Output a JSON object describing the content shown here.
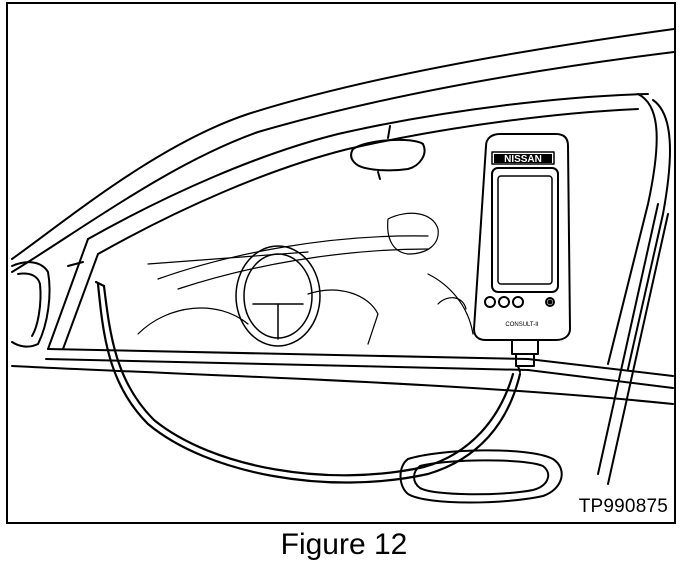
{
  "figure": {
    "caption": "Figure 12",
    "reference_code": "TP990875"
  },
  "device": {
    "brand": "NISSAN",
    "model": "CONSULT-II"
  },
  "colors": {
    "ink": "#000000",
    "paper": "#ffffff"
  }
}
